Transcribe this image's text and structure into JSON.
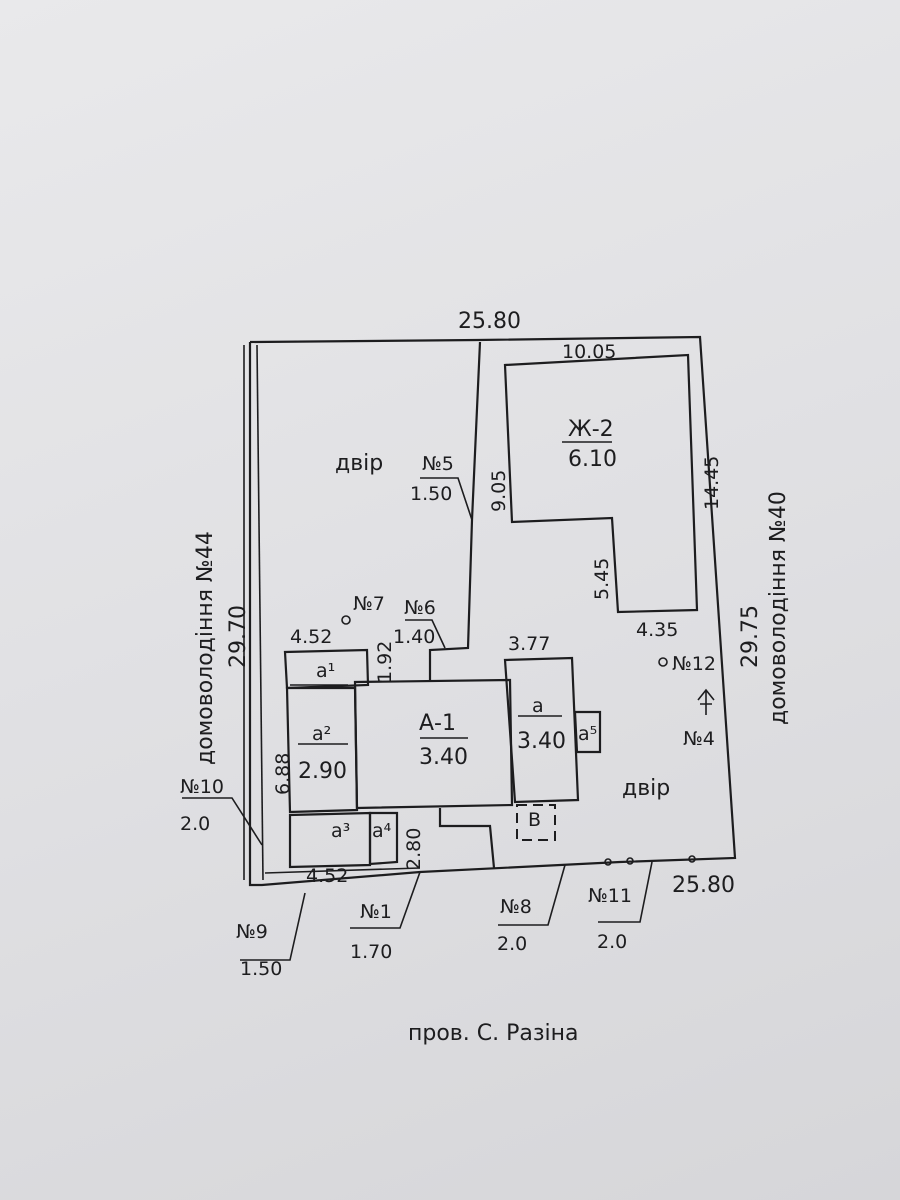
{
  "plot": {
    "top_length": "25.80",
    "bottom_length": "25.80",
    "left_length": "29.70",
    "right_length": "29.75",
    "left_neighbor": "домоволодіння №44",
    "right_neighbor": "домоволодіння №40",
    "street": "пров. С. Разіна",
    "yard_top": "двір",
    "yard_bottom": "двір"
  },
  "buildings": {
    "zh2": {
      "name": "Ж-2",
      "height": "6.10",
      "top": "10.05",
      "left": "9.05",
      "right": "14.45",
      "inner": "5.45",
      "bottom": "4.35"
    },
    "a1_main": {
      "name": "А-1",
      "height": "3.40"
    },
    "a_right": {
      "name": "а",
      "height": "3.40",
      "width": "3.77"
    },
    "a2": {
      "name": "а²",
      "height": "2.90"
    },
    "a1": {
      "name": "а¹",
      "width": "4.52",
      "depth": "1.92"
    },
    "a3": {
      "name": "а³",
      "width": "4.52"
    },
    "a4": {
      "name": "а⁴",
      "depth": "2.80"
    },
    "a5": {
      "name": "а⁵"
    },
    "side_depth": "6.88",
    "v": {
      "name": "В"
    }
  },
  "fences": [
    {
      "no": "№5",
      "height": "1.50"
    },
    {
      "no": "№6",
      "height": "1.40"
    },
    {
      "no": "№7"
    },
    {
      "no": "№1",
      "height": "1.70"
    },
    {
      "no": "№8",
      "height": "2.0"
    },
    {
      "no": "№9",
      "height": "1.50"
    },
    {
      "no": "№10",
      "height": "2.0"
    },
    {
      "no": "№11",
      "height": "2.0"
    },
    {
      "no": "№12"
    },
    {
      "no": "№4"
    }
  ]
}
